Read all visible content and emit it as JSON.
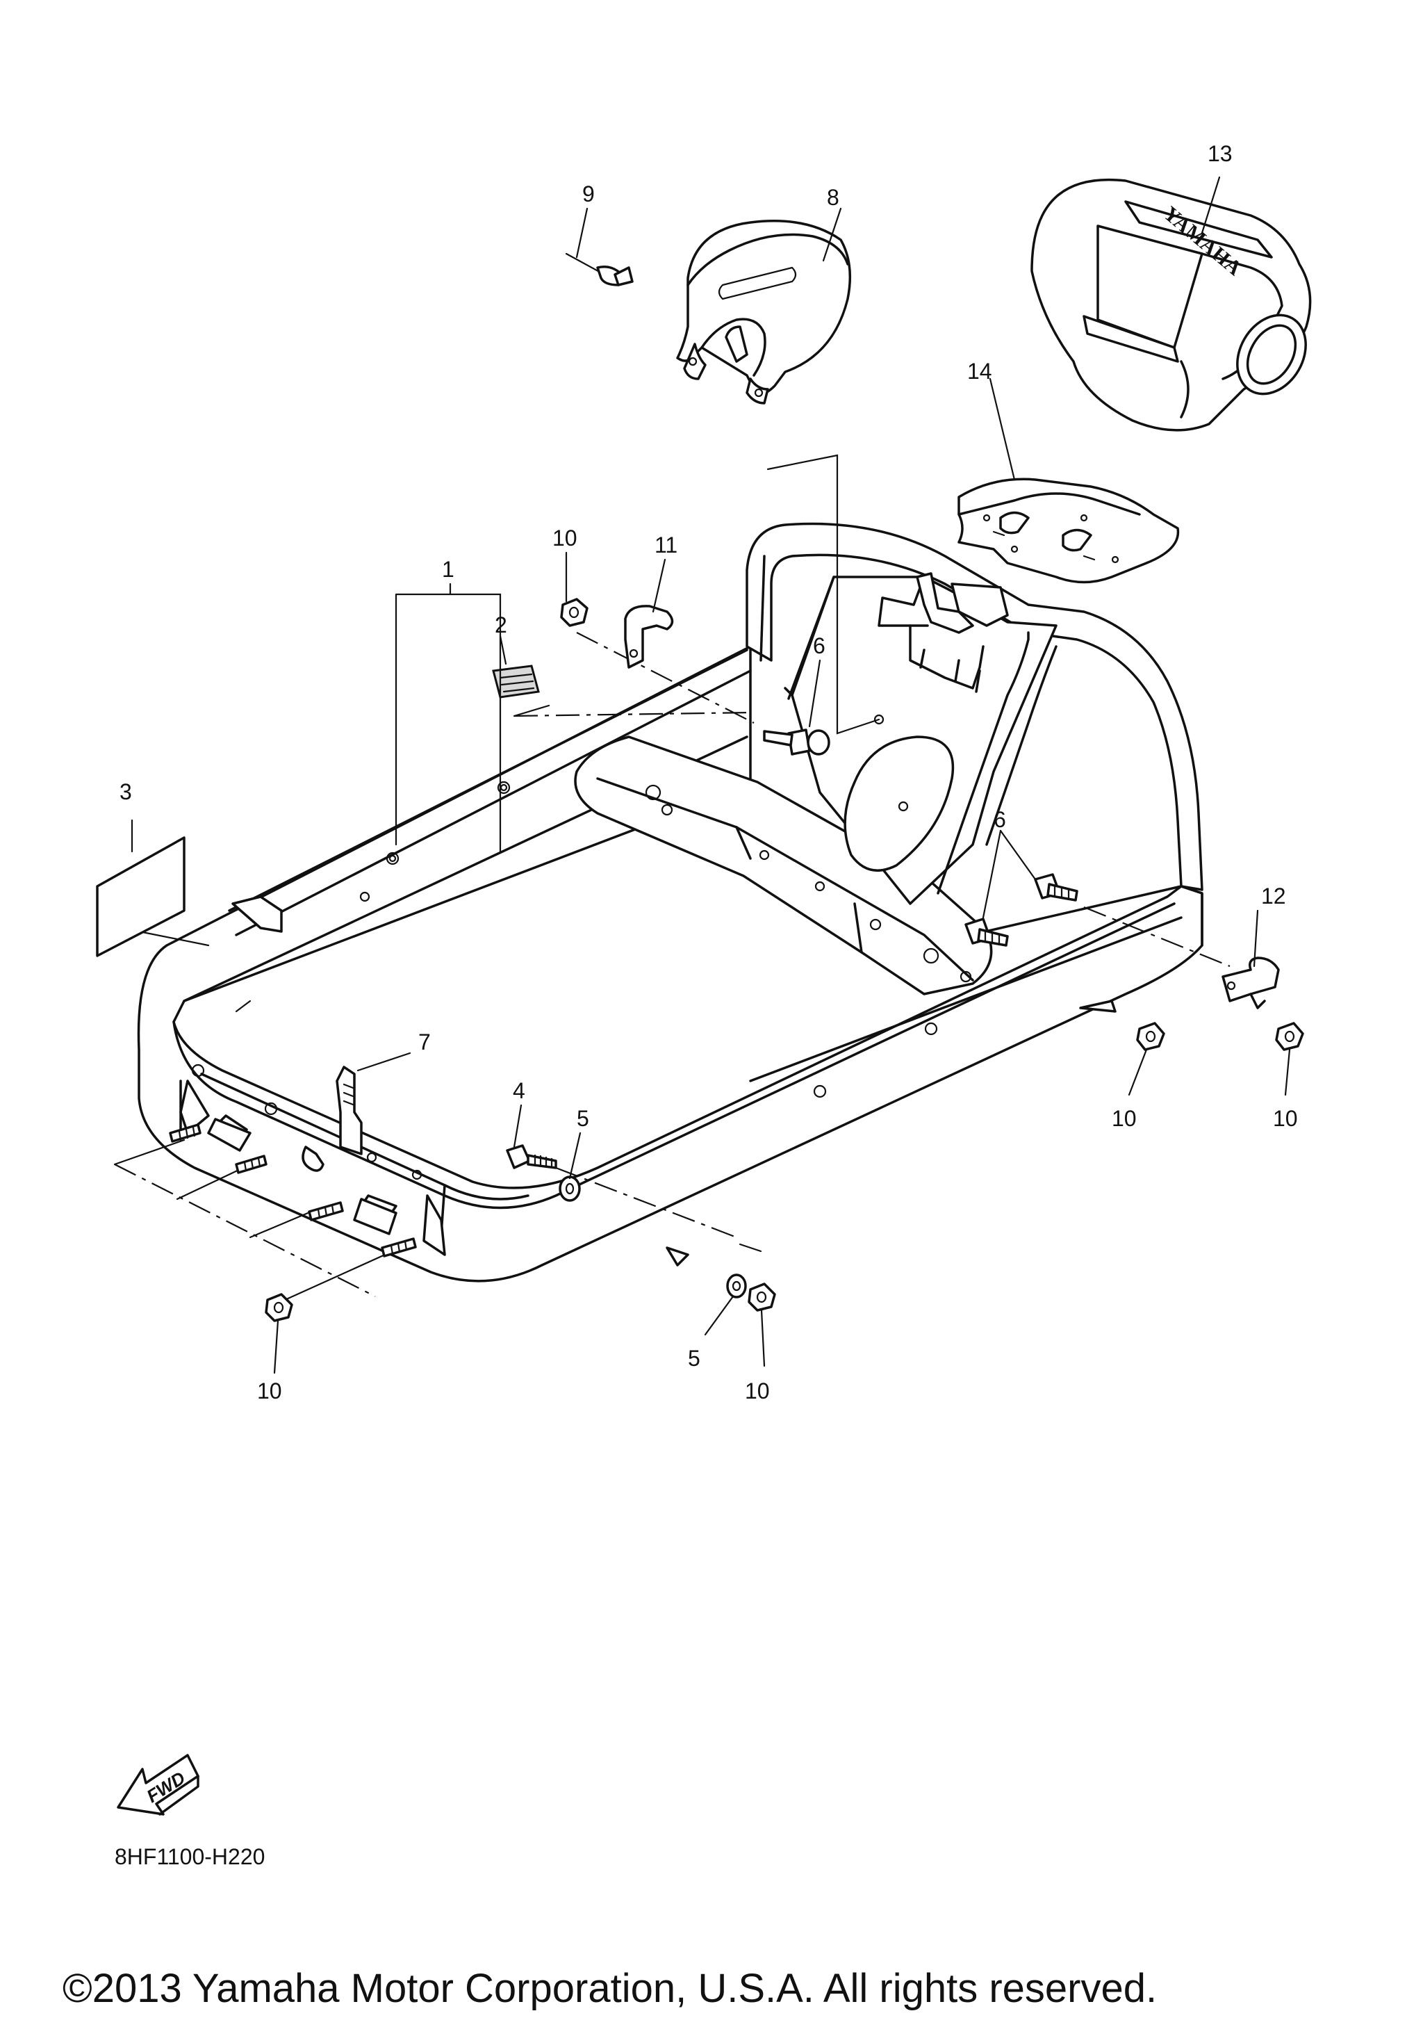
{
  "diagram": {
    "callouts": [
      {
        "id": "c1",
        "label": "1"
      },
      {
        "id": "c2",
        "label": "2"
      },
      {
        "id": "c3",
        "label": "3"
      },
      {
        "id": "c4",
        "label": "4"
      },
      {
        "id": "c5a",
        "label": "5"
      },
      {
        "id": "c5b",
        "label": "5"
      },
      {
        "id": "c6a",
        "label": "6"
      },
      {
        "id": "c6b",
        "label": "6"
      },
      {
        "id": "c7",
        "label": "7"
      },
      {
        "id": "c8",
        "label": "8"
      },
      {
        "id": "c9",
        "label": "9"
      },
      {
        "id": "c10a",
        "label": "10"
      },
      {
        "id": "c10b",
        "label": "10"
      },
      {
        "id": "c10c",
        "label": "10"
      },
      {
        "id": "c10d",
        "label": "10"
      },
      {
        "id": "c10e",
        "label": "10"
      },
      {
        "id": "c11",
        "label": "11"
      },
      {
        "id": "c12",
        "label": "12"
      },
      {
        "id": "c13",
        "label": "13"
      },
      {
        "id": "c14",
        "label": "14"
      }
    ],
    "cover_brand": "YAMAHA",
    "fwd_label": "FWD",
    "diagram_code": "8HF1100-H220",
    "copyright": "©2013 Yamaha Motor Corporation, U.S.A. All rights reserved."
  }
}
